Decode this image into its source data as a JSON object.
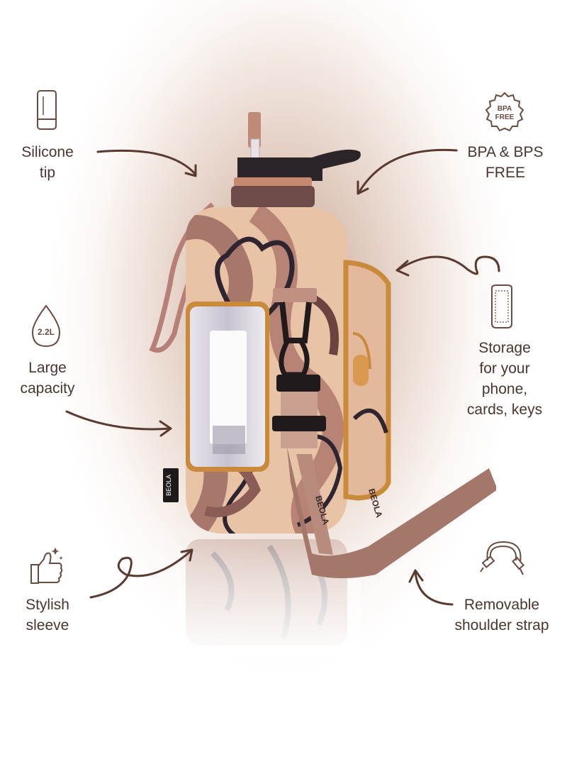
{
  "features": {
    "silicone_tip": [
      "Silicone",
      "tip"
    ],
    "bpa_free": [
      "BPA & BPS",
      "FREE"
    ],
    "bpa_badge": [
      "BPA",
      "FREE"
    ],
    "capacity_badge": "2.2L",
    "large_capacity": [
      "Large",
      "capacity"
    ],
    "storage": [
      "Storage",
      "for your",
      "phone,",
      "cards, keys"
    ],
    "stylish_sleeve": [
      "Stylish",
      "sleeve"
    ],
    "shoulder_strap": [
      "Removable",
      "shoulder strap"
    ]
  },
  "product": {
    "brand_label": "BEOLA",
    "strap_text": "BEOLA"
  },
  "colors": {
    "text": "#4a3530",
    "arrow": "#5a3a30",
    "icon": "#6b4a40",
    "sleeve_light": "#e9c3a6",
    "sleeve_mid": "#b07d6e",
    "sleeve_dark": "#2e2530",
    "trim": "#c98a3c",
    "strap": "#a4776a"
  }
}
